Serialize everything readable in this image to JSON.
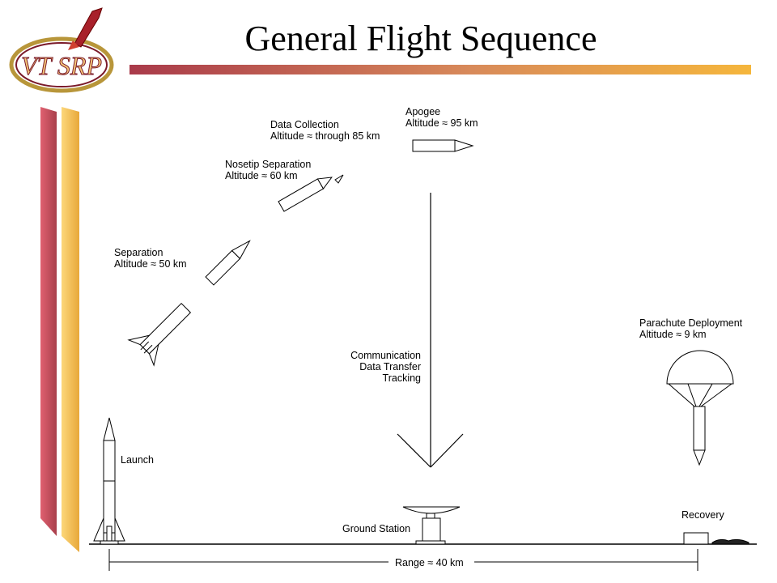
{
  "slide": {
    "title": "General Flight Sequence",
    "logo_text": "VT SRP",
    "accent_colors": {
      "red": "#c0504d",
      "gold": "#f2b33d"
    }
  },
  "stages": {
    "launch": "Launch",
    "separation": {
      "name": "Separation",
      "altitude": "Altitude ≈ 50 km"
    },
    "nosetip": {
      "name": "Nosetip Separation",
      "altitude": "Altitude ≈ 60 km"
    },
    "data_collection": {
      "name": "Data Collection",
      "altitude": "Altitude ≈  through 85 km"
    },
    "apogee": {
      "name": "Apogee",
      "altitude": "Altitude ≈ 95 km"
    },
    "parachute": {
      "name": "Parachute Deployment",
      "altitude": "Altitude ≈ 9 km"
    },
    "recovery": "Recovery"
  },
  "communication": [
    "Communication",
    "Data Transfer",
    "Tracking"
  ],
  "ground_station": "Ground Station",
  "range": "Range ≈ 40 km"
}
